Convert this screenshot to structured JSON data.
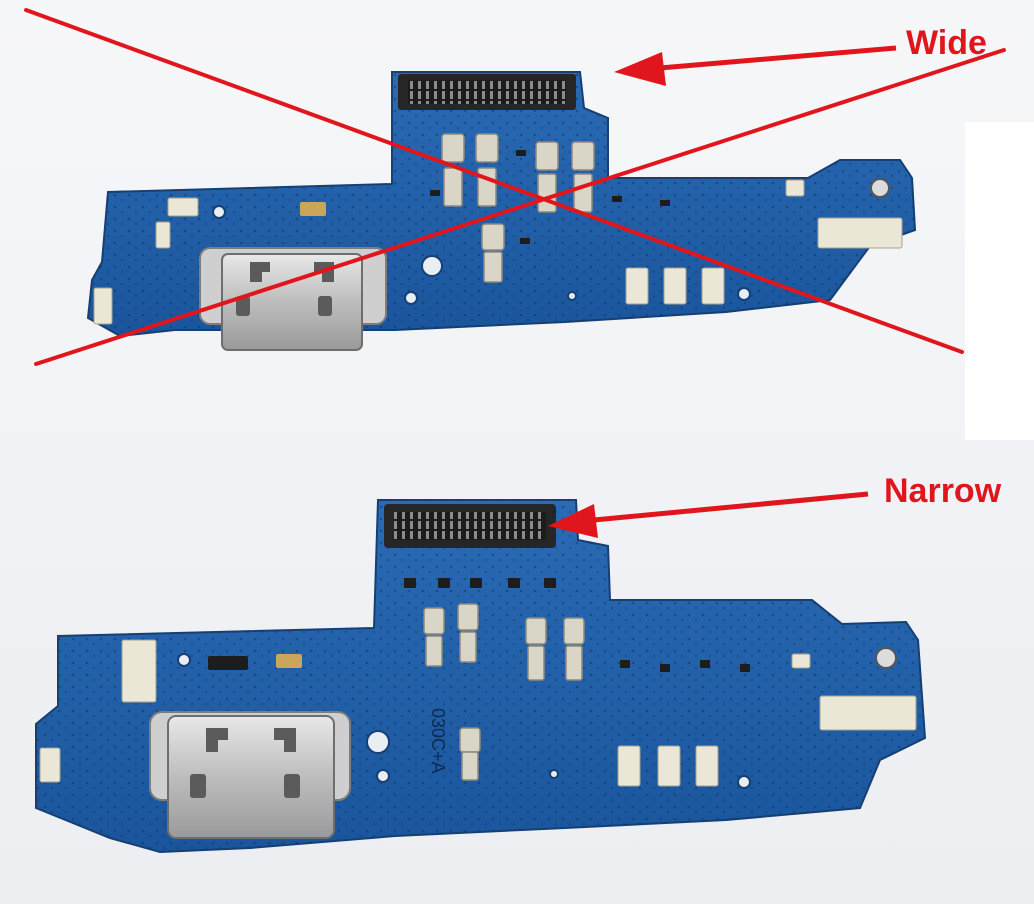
{
  "annotations": {
    "top_label": "Wide",
    "bottom_label": "Narrow",
    "annotation_color": "#e0161c"
  },
  "boards": {
    "top_status": "rejected",
    "bottom_marking": "030C+A",
    "pcb_color": "#1f5fa8",
    "connector_color": "#2a2a2a",
    "pad_color": "#e9e6d8"
  }
}
